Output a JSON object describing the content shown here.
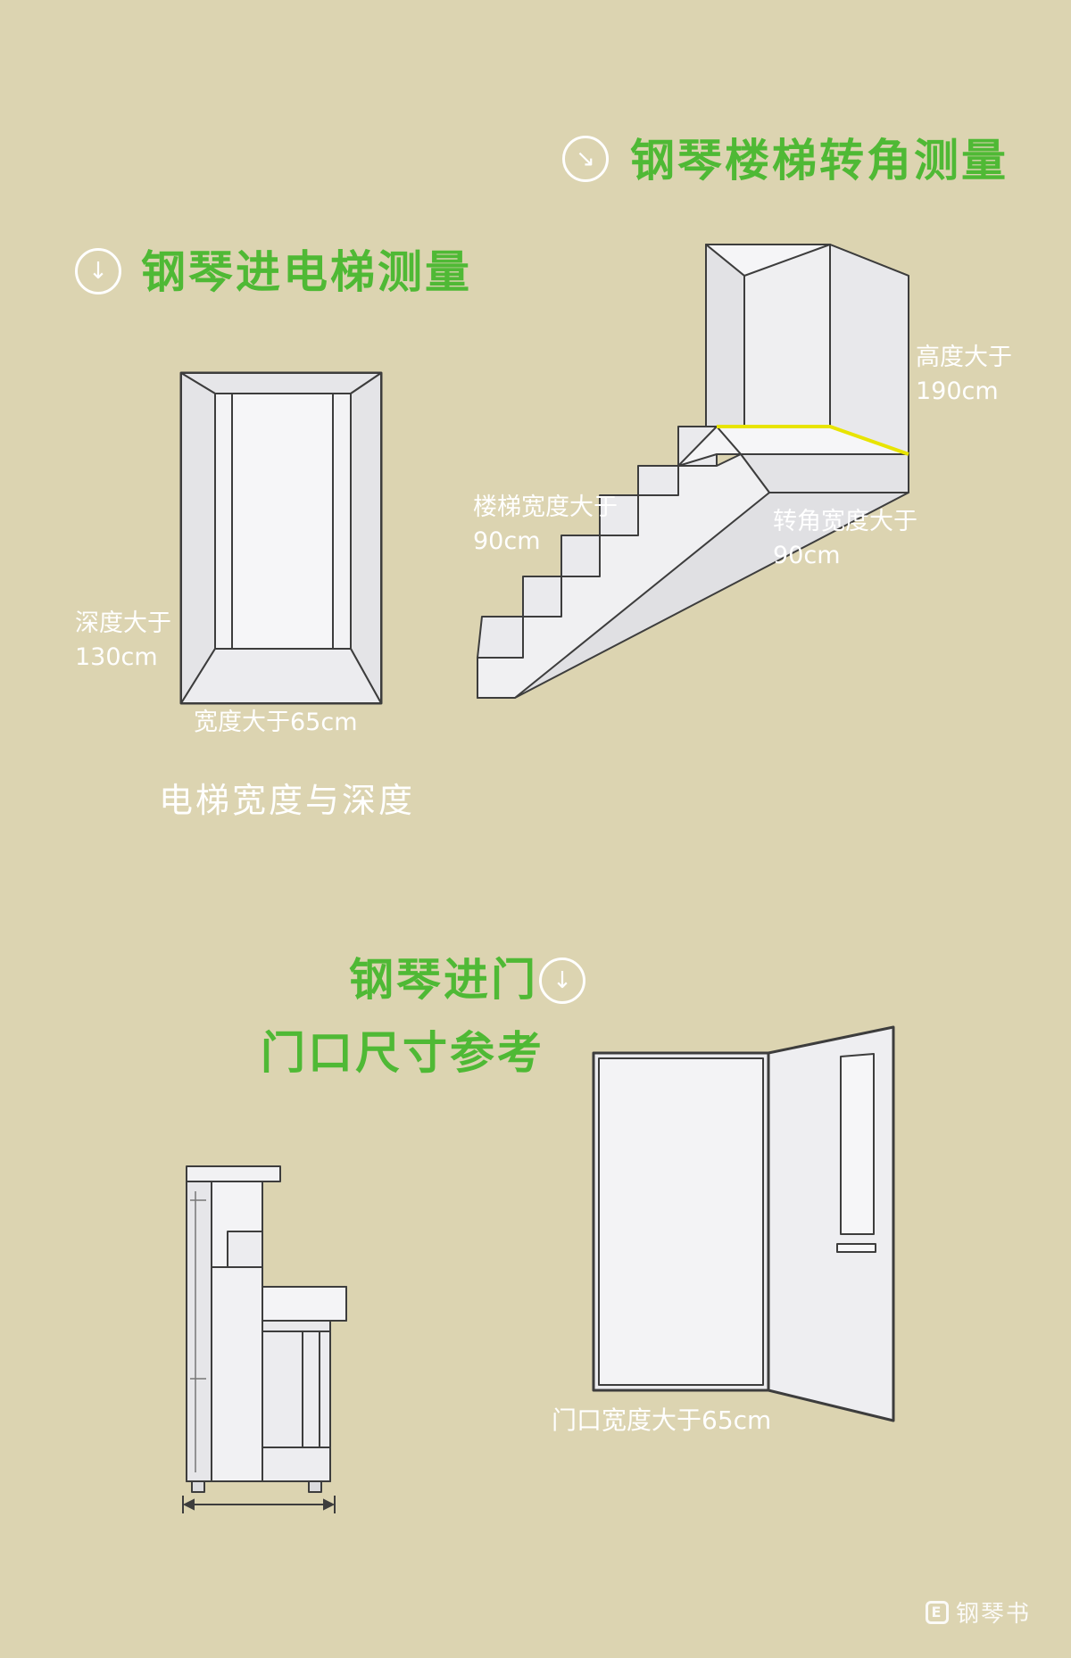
{
  "stairs_section": {
    "heading": "钢琴楼梯转角测量",
    "icon": "arrow-down-right-icon",
    "label_height": "高度大于",
    "label_height_value": "190cm",
    "label_stair_width": "楼梯宽度大于",
    "label_stair_width_value": "90cm",
    "label_corner_width": "转角宽度大于",
    "label_corner_width_value": "90cm"
  },
  "elevator_section": {
    "heading": "钢琴进电梯测量",
    "icon": "arrow-down-icon",
    "label_depth": "深度大于",
    "label_depth_value": "130cm",
    "label_width": "宽度大于65cm",
    "caption": "电梯宽度与深度"
  },
  "door_section": {
    "heading_line1": "钢琴进门",
    "heading_line2": "门口尺寸参考",
    "icon": "arrow-down-icon",
    "label_door_width": "门口宽度大于65cm"
  },
  "watermark": {
    "logo_glyph": "E",
    "text": "钢琴书"
  },
  "colors": {
    "background": "#dcd4b1",
    "heading": "#4fb935",
    "label": "#ffffff",
    "highlight": "#e8e400"
  }
}
